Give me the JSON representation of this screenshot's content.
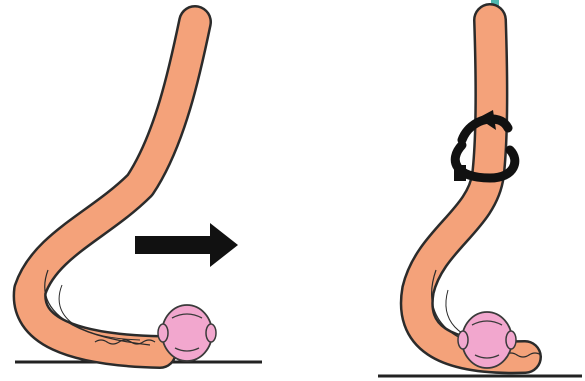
{
  "figure": {
    "description_text": "",
    "panels": [
      {
        "id": "left",
        "motion": "translate-right",
        "arrow_icon": "arrow-right-icon"
      },
      {
        "id": "right",
        "motion": "rotate",
        "arrow_icon": "rotate-arrow-icon"
      }
    ]
  },
  "colors": {
    "catheter_fill": "#F4A27A",
    "catheter_stroke": "#2b2b2b",
    "head_fill": "#F2A7CE",
    "head_stroke": "#3a3a3a",
    "arrow": "#111111",
    "ground": "#222222",
    "accent_corner": "#4FB8B0"
  }
}
